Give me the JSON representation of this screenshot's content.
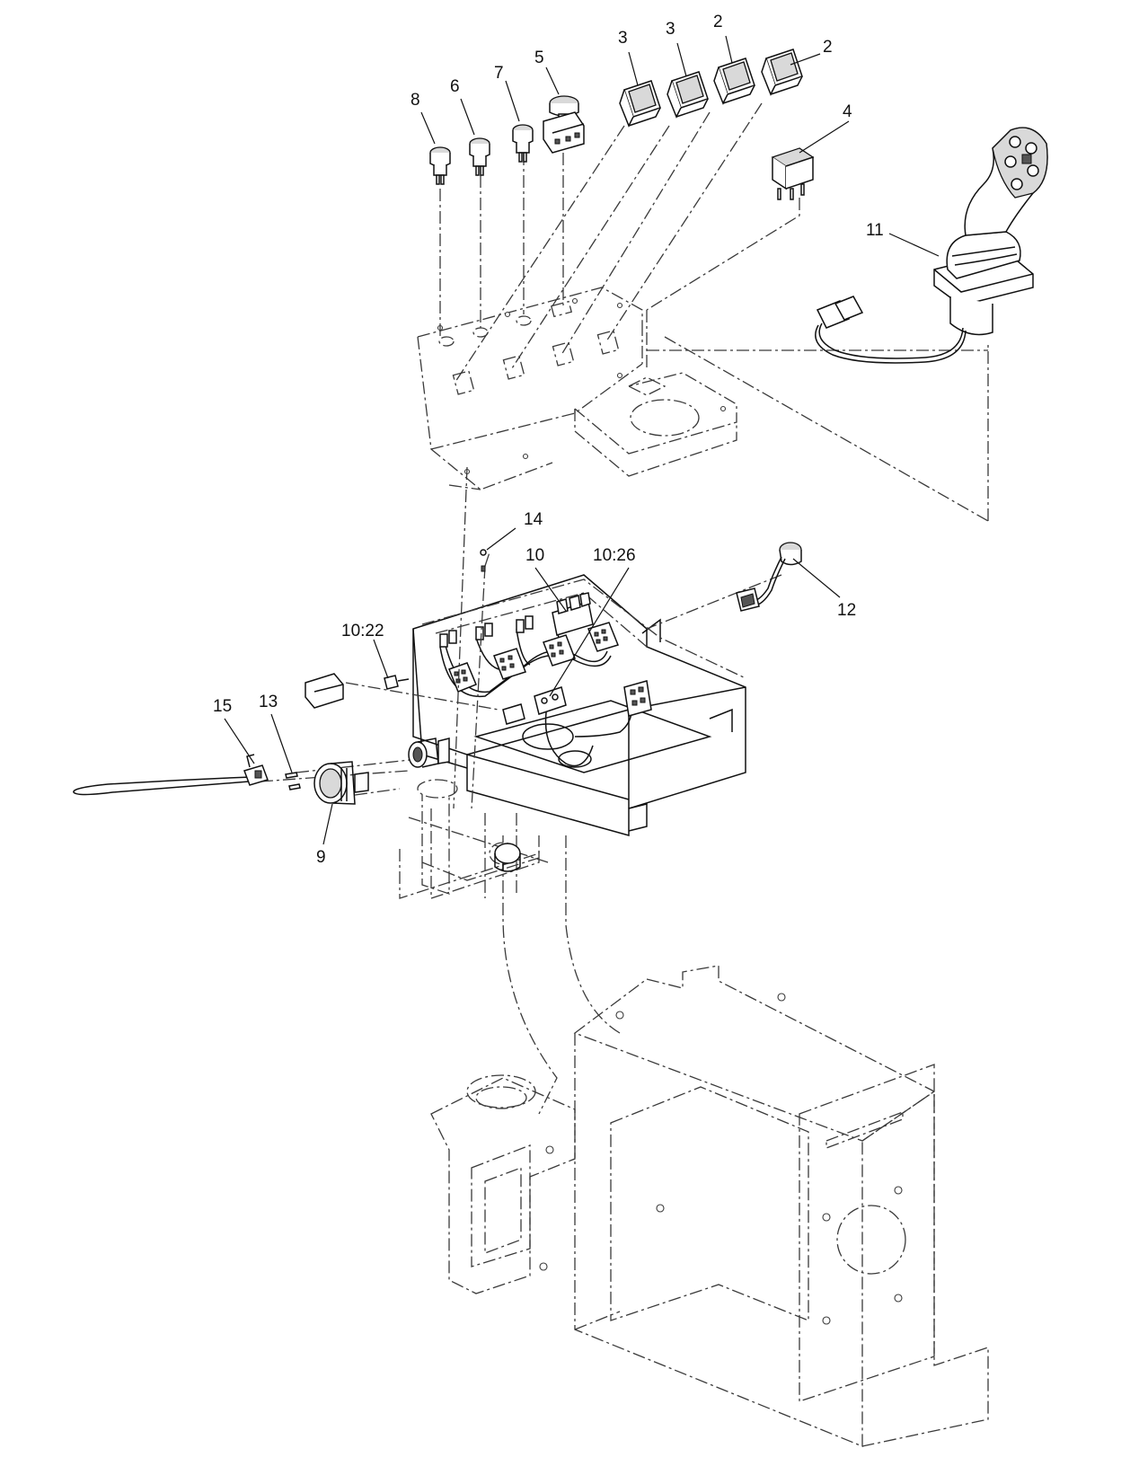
{
  "callouts": {
    "c2a": "2",
    "c2b": "2",
    "c3a": "3",
    "c3b": "3",
    "c4": "4",
    "c5": "5",
    "c6": "6",
    "c7": "7",
    "c8": "8",
    "c9": "9",
    "c10": "10",
    "c10_22": "10:22",
    "c10_26": "10:26",
    "c11": "11",
    "c12": "12",
    "c13": "13",
    "c14": "14",
    "c15": "15"
  }
}
